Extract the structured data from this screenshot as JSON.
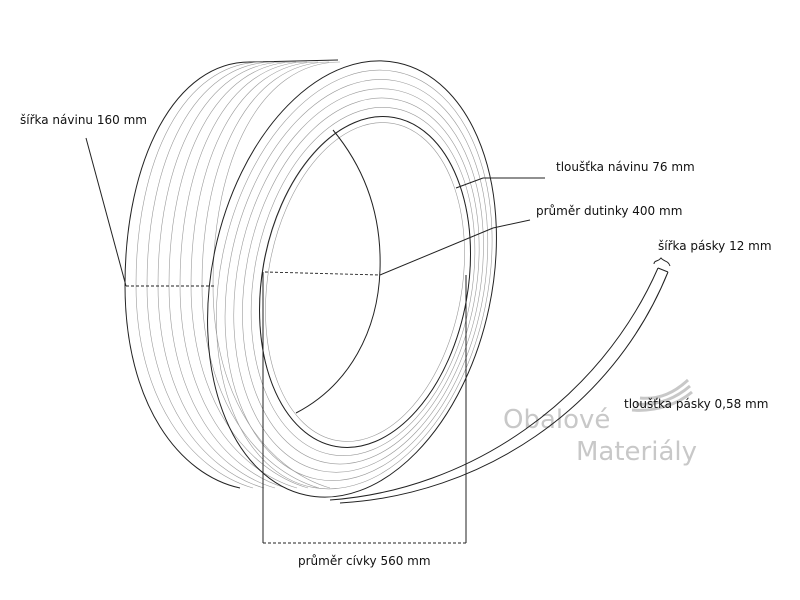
{
  "labels": {
    "coil_width": "šířka návinu 160 mm",
    "winding_thickness": "tloušťka návinu 76 mm",
    "core_diameter": "průměr dutinky 400 mm",
    "strap_width": "šířka pásky 12 mm",
    "strap_thickness": "tloušťka pásky 0,58 mm",
    "coil_diameter": "průměr cívky 560 mm"
  },
  "watermark": {
    "line1": "Obalové",
    "line2": "Materiály"
  },
  "colors": {
    "line": "#222222",
    "winding_lines": "#9a9a9a",
    "watermark": "#c8c8c8"
  }
}
